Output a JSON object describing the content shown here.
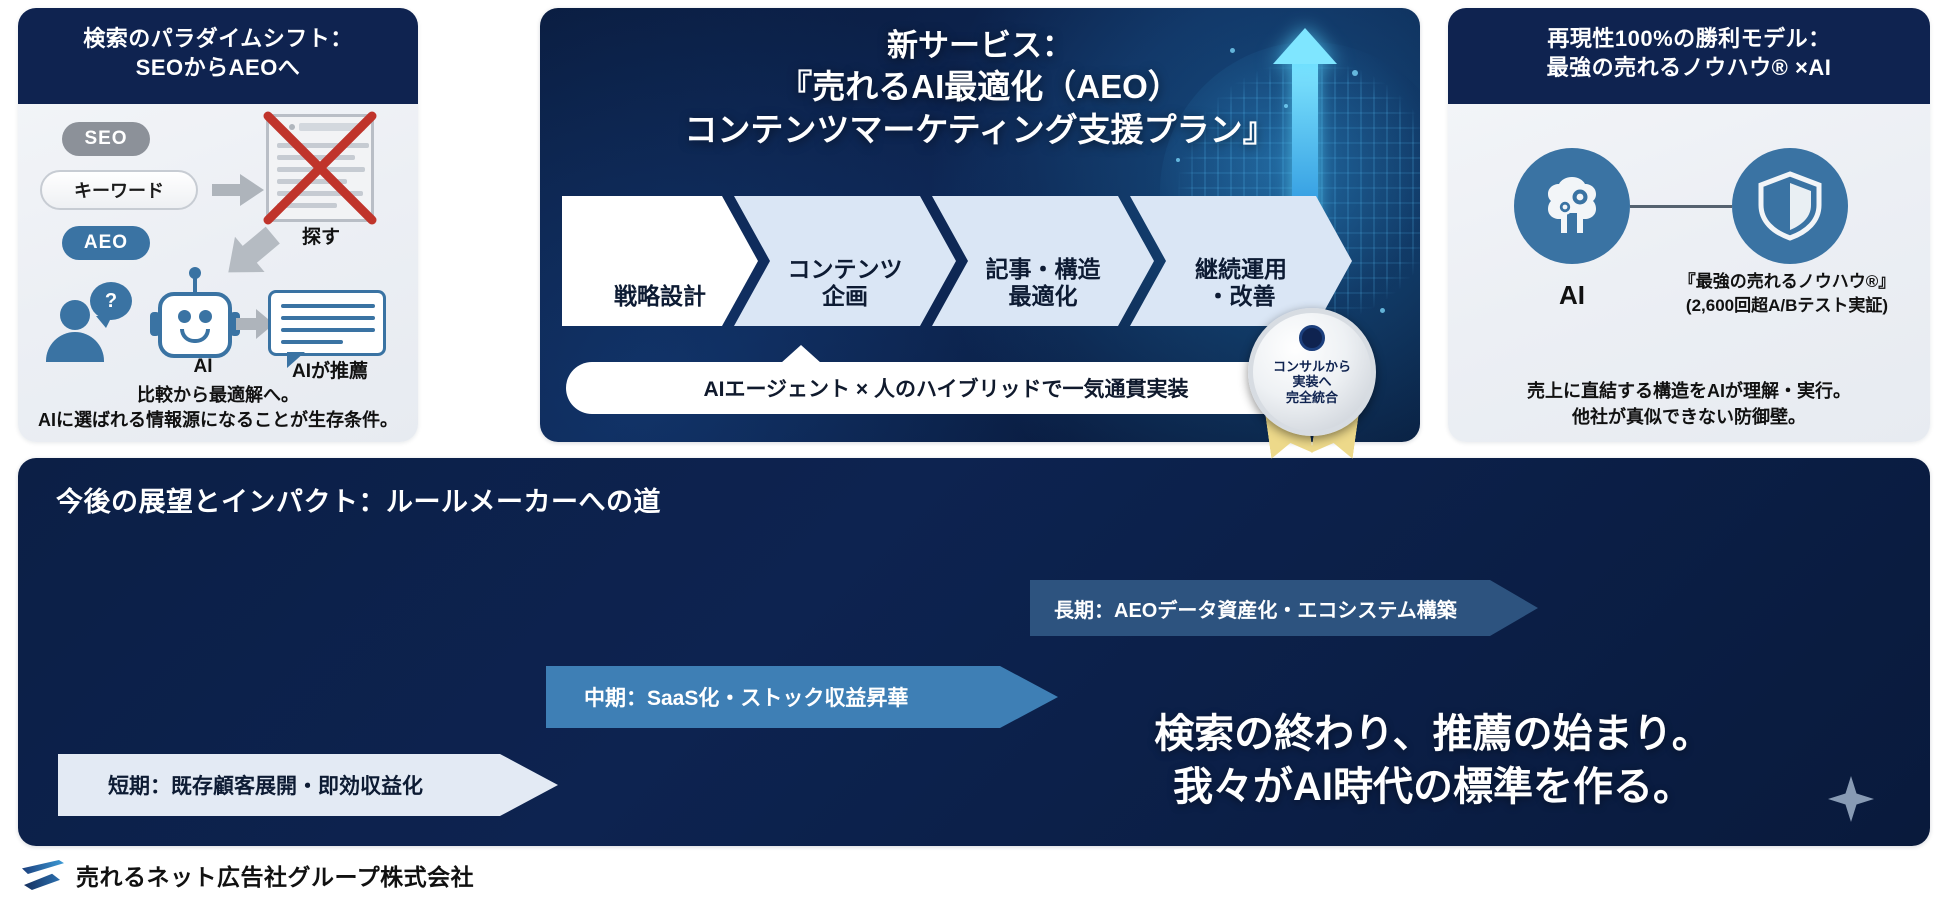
{
  "left_panel": {
    "title_line1": "検索のパラダイムシフト：",
    "title_line2": "SEOからAEOへ",
    "seo_badge": "SEO",
    "aeo_badge": "AEO",
    "keyword_pill": "キーワード",
    "search_label": "探す",
    "ai_label": "AI",
    "ai_recommend_label": "AIが推薦",
    "question_mark": "?",
    "footer_line1": "比較から最適解へ。",
    "footer_line2": "AIに選ばれる情報源になることが生存条件。"
  },
  "center_panel": {
    "title_line1": "新サービス：",
    "title_line2": "『売れるAI最適化（AEO）",
    "title_line3": "コンテンツマーケティング支援プラン』",
    "steps": [
      {
        "line1": "戦略設計",
        "line2": ""
      },
      {
        "line1": "コンテンツ",
        "line2": "企画"
      },
      {
        "line1": "記事・構造",
        "line2": "最適化"
      },
      {
        "line1": "継続運用",
        "line2": "・改善"
      }
    ],
    "ribbon": "AIエージェント × 人のハイブリッドで一気通貫実装",
    "seal": {
      "line1": "コンサルから",
      "line2": "実装へ",
      "line3": "完全統合"
    }
  },
  "right_panel": {
    "title_line1": "再現性100%の勝利モデル：",
    "title_line2": "最強の売れるノウハウ® ×AI",
    "ai_label": "AI",
    "knowhow_line1": "『最強の売れるノウハウ®』",
    "knowhow_line2": "(2,600回超A/Bテスト実証)",
    "footer_line1": "売上に直結する構造をAIが理解・実行。",
    "footer_line2": "他社が真似できない防御壁。"
  },
  "bottom_panel": {
    "title": "今後の展望とインパクト：ルールメーカーへの道",
    "roadmap": [
      {
        "key": "short",
        "label": "短期：既存顧客展開・即効収益化"
      },
      {
        "key": "mid",
        "label": "中期：SaaS化・ストック収益昇華"
      },
      {
        "key": "long",
        "label": "長期：AEOデータ資産化・エコシステム構築"
      }
    ],
    "tagline_line1": "検索の終わり、推薦の始まり。",
    "tagline_line2": "我々がAI時代の標準を作る。"
  },
  "footer": {
    "company": "売れるネット広告社グループ株式会社"
  },
  "colors": {
    "navy": "#0f2350",
    "panel_navy": "#0d2350",
    "accent_blue": "#3a73a3",
    "light_blue": "#dae6f5",
    "gray_badge": "#8c9199",
    "gold": "#edd98a",
    "cyan": "#7fe6ff"
  }
}
